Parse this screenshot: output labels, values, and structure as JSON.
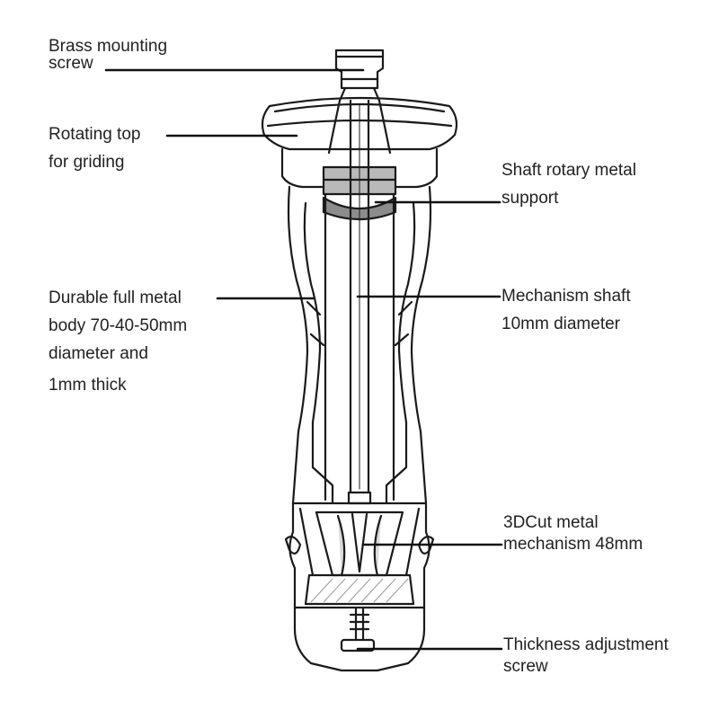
{
  "callouts": {
    "brass_screw": {
      "lines": [
        "Brass mounting",
        "screw"
      ]
    },
    "rotating_top": {
      "lines": [
        "Rotating top",
        "for griding"
      ]
    },
    "shaft_support": {
      "lines": [
        "Shaft rotary metal",
        "support"
      ]
    },
    "body": {
      "lines": [
        "Durable full metal",
        "body 70-40-50mm",
        "diameter and",
        "1mm thick"
      ]
    },
    "mechanism_shaft": {
      "lines": [
        "Mechanism shaft",
        "10mm diameter"
      ]
    },
    "cut_mechanism": {
      "lines": [
        "3DCut metal",
        "mechanism 48mm"
      ]
    },
    "adjust_screw": {
      "lines": [
        "Thickness adjustment",
        "screw"
      ]
    }
  },
  "colors": {
    "outline": "#1a1a1a",
    "leader_line": "#111111",
    "support_band": "#8c8c8c",
    "hatch": "#9a9a9a"
  }
}
